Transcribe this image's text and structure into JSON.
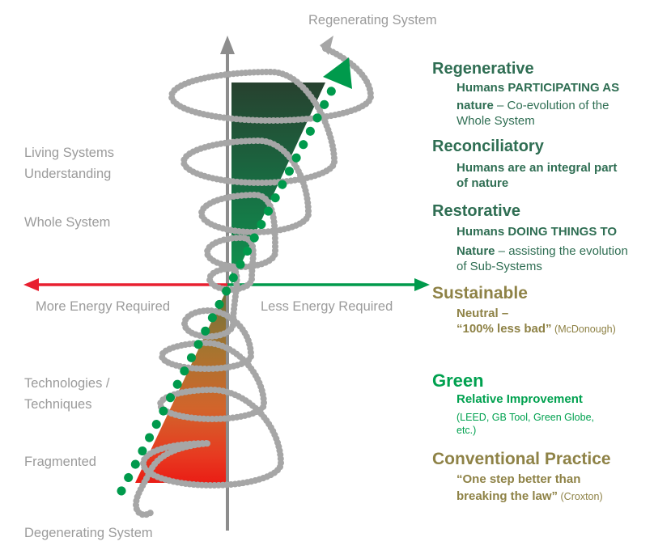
{
  "titles": {
    "top": "Regenerating System",
    "bottom": "Degenerating System"
  },
  "axes": {
    "left_arrow_label": "More Energy Required",
    "right_arrow_label": "Less Energy Required"
  },
  "left_labels": {
    "living_systems_1": "Living Systems",
    "living_systems_2": "Understanding",
    "whole_system": "Whole System",
    "technologies_1": "Technologies /",
    "technologies_2": "Techniques",
    "fragmented": "Fragmented"
  },
  "right_column": {
    "regenerative": {
      "heading": "Regenerative",
      "line1": "Humans PARTICIPATING AS",
      "line2_emph": "nature",
      "line2_rest": " – Co-evolution of the",
      "line3": "Whole System"
    },
    "reconciliatory": {
      "heading": "Reconciliatory",
      "line1": "Humans are an integral part",
      "line2": "of nature"
    },
    "restorative": {
      "heading": "Restorative",
      "line1": "Humans DOING THINGS TO",
      "line2_emph": "Nature",
      "line2_rest": " – assisting the evolution",
      "line3": "of Sub-Systems"
    },
    "sustainable": {
      "heading": "Sustainable",
      "line1": "Neutral –",
      "line2": "“100% less bad”",
      "credit": " (McDonough)"
    },
    "green": {
      "heading": "Green",
      "line1": "Relative Improvement",
      "note1": "(LEED, GB Tool, Green Globe,",
      "note2": "etc.)"
    },
    "conventional": {
      "heading": "Conventional Practice",
      "line1": "“One step better than",
      "line2": "breaking the law”",
      "credit": " (Croxton)"
    }
  },
  "colors": {
    "dark_green_text": "#2f6e53",
    "bright_green_text": "#00a14f",
    "olive_text": "#8e8246",
    "gray_label": "#9b9b9b",
    "axis_gray": "#8d8d8d",
    "rope_gray": "#a6a6a6",
    "trajectory_dot_green": "#009a4c",
    "red_arrow": "#e82030",
    "green_arrow": "#009a4c",
    "upper_cone_top": "#27412f",
    "upper_cone_bottom": "#0f9750",
    "lower_cone_top": "#6b6f3c",
    "lower_cone_bottom": "#ea1d15"
  }
}
